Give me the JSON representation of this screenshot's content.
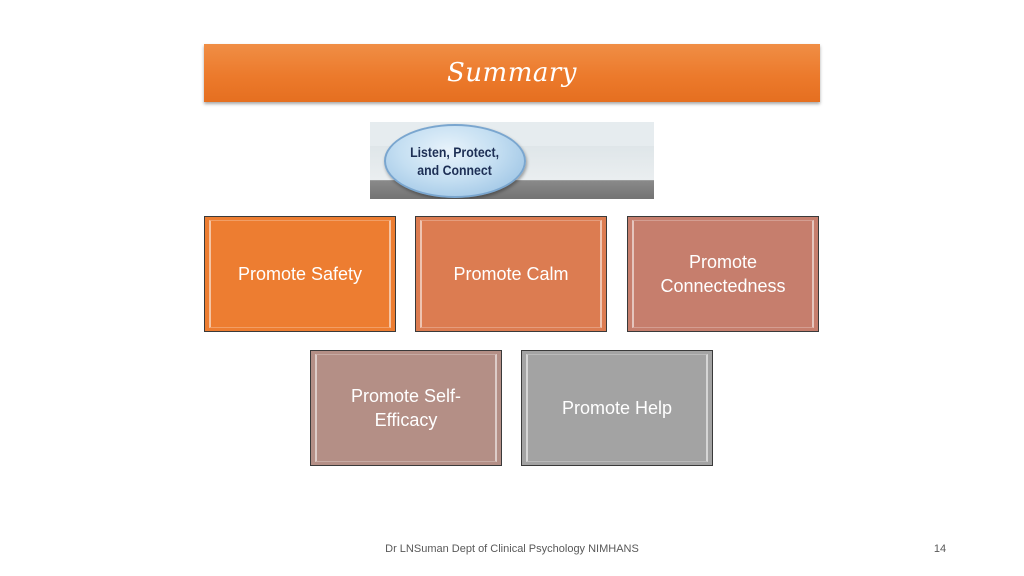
{
  "slide": {
    "title": "Summary",
    "image": {
      "caption": "Listen, Protect,\nand Connect"
    },
    "boxes": [
      {
        "label": "Promote Safety",
        "color": "#ed7d31"
      },
      {
        "label": "Promote Calm",
        "color": "#dc7c51"
      },
      {
        "label": "Promote Connectedness",
        "color": "#c67e6d"
      },
      {
        "label": "Promote Self-Efficacy",
        "color": "#b48f86"
      },
      {
        "label": "Promote Help",
        "color": "#a3a3a3"
      }
    ],
    "footer": "Dr LNSuman Dept of Clinical Psychology NIMHANS",
    "page_number": "14",
    "accent_color": "#ec7a2c"
  }
}
